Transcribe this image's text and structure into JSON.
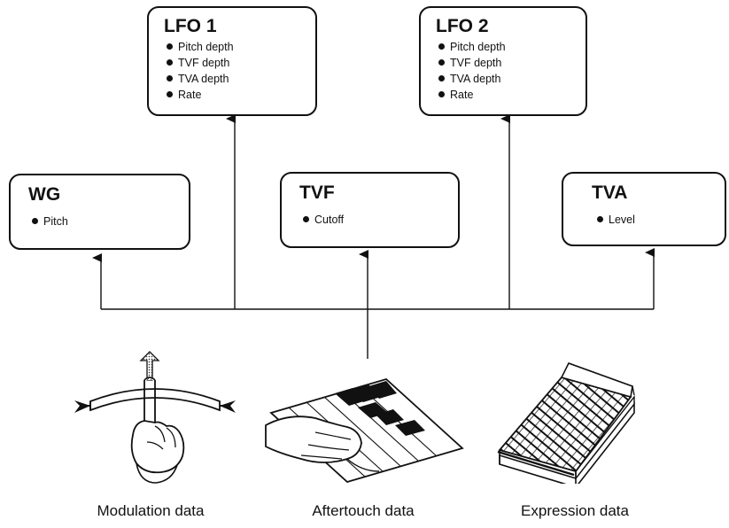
{
  "boxes": {
    "lfo1": {
      "title": "LFO 1",
      "items": [
        "Pitch depth",
        "TVF depth",
        "TVA depth",
        "Rate"
      ]
    },
    "lfo2": {
      "title": "LFO 2",
      "items": [
        "Pitch depth",
        "TVF depth",
        "TVA depth",
        "Rate"
      ]
    },
    "wg": {
      "title": "WG",
      "items": [
        "Pitch"
      ]
    },
    "tvf": {
      "title": "TVF",
      "items": [
        "Cutoff"
      ]
    },
    "tva": {
      "title": "TVA",
      "items": [
        "Level"
      ]
    }
  },
  "captions": {
    "modulation": "Modulation data",
    "aftertouch": "Aftertouch data",
    "expression": "Expression data"
  },
  "icons": {
    "modulation": "modulation-wheel-hand-icon",
    "aftertouch": "keyboard-hand-icon",
    "expression": "expression-pedal-icon"
  }
}
